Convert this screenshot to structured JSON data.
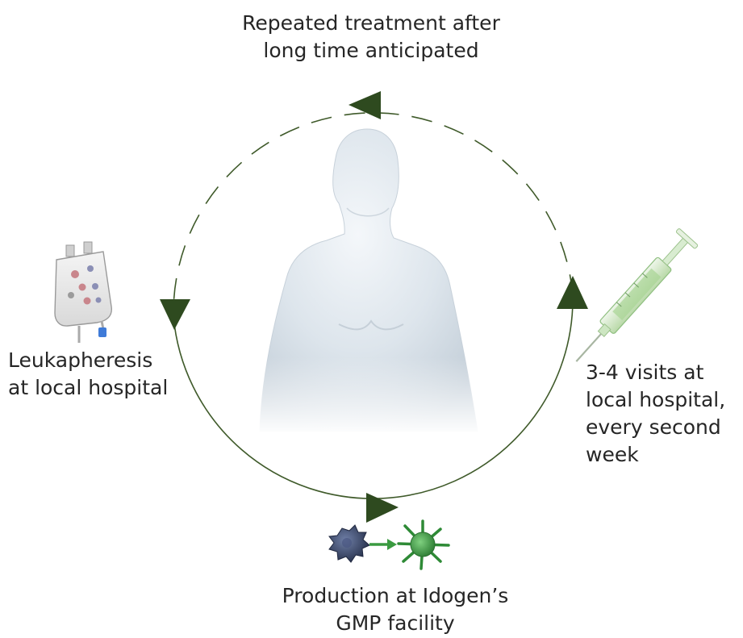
{
  "steps": {
    "top": {
      "line1": "Repeated treatment after",
      "line2": "long time anticipated"
    },
    "left": {
      "line1": "Leukapheresis",
      "line2": "at local hospital"
    },
    "right": {
      "line1": "3-4 visits at",
      "line2": "local hospital,",
      "line3": "every second",
      "line4": "week"
    },
    "bottom": {
      "line1": "Production at Idogen’s",
      "line2": "GMP facility"
    }
  },
  "colors": {
    "cycle_line": "#3f5a2a",
    "arrowhead": "#2e4a1f",
    "text": "#262626",
    "figure": "#dfe6ec",
    "dendritic_cell": "#3a9a40",
    "monocyte": "#3d4a6b"
  },
  "icons": {
    "human": "human-torso-figure",
    "blood_bag": "blood-bag-icon",
    "syringe": "syringe-icon",
    "monocyte": "monocyte-cell-icon",
    "dendritic_cell": "dendritic-cell-icon",
    "conversion_arrow": "arrow-right-icon"
  }
}
